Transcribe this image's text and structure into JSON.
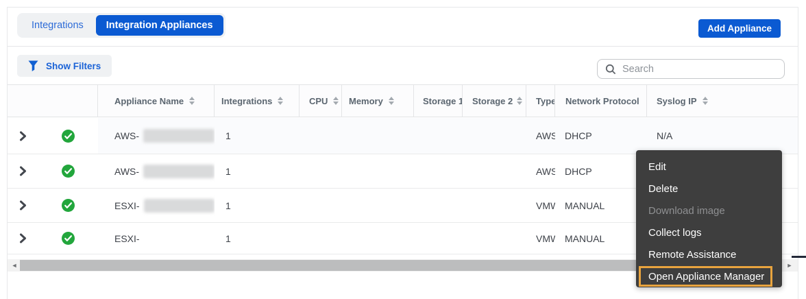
{
  "tabs": {
    "integrations": "Integrations",
    "integration_appliances": "Integration Appliances"
  },
  "buttons": {
    "add_appliance": "Add Appliance",
    "show_filters": "Show Filters"
  },
  "search": {
    "placeholder": "Search"
  },
  "table": {
    "columns": {
      "name": "Appliance Name",
      "integrations": "Integrations",
      "cpu": "CPU",
      "memory": "Memory",
      "storage1": "Storage 1",
      "storage2": "Storage 2",
      "type": "Type",
      "network_protocol": "Network Protocol",
      "syslog_ip": "Syslog IP"
    },
    "rows": [
      {
        "name_prefix": "AWS-",
        "integrations": "1",
        "type": "AWS",
        "network_protocol": "DHCP",
        "syslog_ip": "N/A",
        "status": "healthy",
        "name_redacted": true
      },
      {
        "name_prefix": "AWS-",
        "integrations": "1",
        "type": "AWS",
        "network_protocol": "DHCP",
        "status": "healthy",
        "name_redacted": true
      },
      {
        "name_prefix": "ESXI-",
        "integrations": "1",
        "type": "VMW",
        "network_protocol": "MANUAL",
        "status": "healthy",
        "name_redacted": true
      },
      {
        "name_prefix": "ESXI-",
        "integrations": "1",
        "type": "VMW",
        "network_protocol": "MANUAL",
        "status": "healthy",
        "name_redacted": false
      }
    ]
  },
  "context_menu": {
    "items": [
      {
        "label": "Edit",
        "disabled": false,
        "highlighted": false
      },
      {
        "label": "Delete",
        "disabled": false,
        "highlighted": false
      },
      {
        "label": "Download image",
        "disabled": true,
        "highlighted": false
      },
      {
        "label": "Collect logs",
        "disabled": false,
        "highlighted": false
      },
      {
        "label": "Remote Assistance",
        "disabled": false,
        "highlighted": false
      },
      {
        "label": "Open Appliance Manager",
        "disabled": false,
        "highlighted": true
      }
    ]
  },
  "colors": {
    "accent_blue": "#0b5ad2",
    "focus_ring_blue": "#2d9cf4",
    "success_green": "#22a63c",
    "highlight_orange": "#e9a43e",
    "menu_background": "#3e3e3e"
  }
}
